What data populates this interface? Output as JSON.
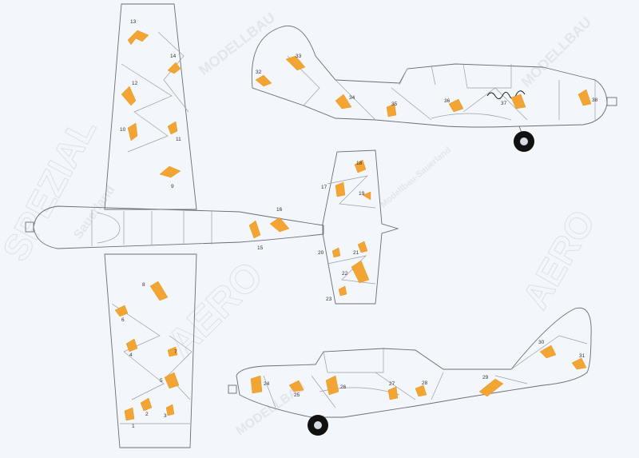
{
  "watermark": {
    "brand_1": "SPEZIAL",
    "brand_2": "AERO",
    "sub_1": "MODELLBAU",
    "sub_2": "Sauerland",
    "sub_3": "Modellbau-Sauerland",
    "sub_4": "MODELLBAU"
  },
  "colors": {
    "decal": "#f2a533",
    "outline": "#6a6e78",
    "wheel": "#111111"
  },
  "labels": {
    "n1": "1",
    "n2": "2",
    "n3": "3",
    "n4": "4",
    "n5": "5",
    "n6": "6",
    "n7": "7",
    "n8": "8",
    "n9": "9",
    "n10": "10",
    "n11": "11",
    "n12": "12",
    "n13": "13",
    "n14": "14",
    "n15": "15",
    "n16": "16",
    "n17": "17",
    "n18": "18",
    "n19": "19",
    "n20": "20",
    "n21": "21",
    "n22": "22",
    "n23": "23",
    "n24": "24",
    "n25": "25",
    "n26": "26",
    "n27": "27",
    "n28": "28",
    "n29": "29",
    "n30": "30",
    "n31": "31",
    "n32": "32",
    "n33": "33",
    "n34": "34",
    "n35": "35",
    "n36": "36",
    "n37": "37",
    "n38": "38"
  }
}
